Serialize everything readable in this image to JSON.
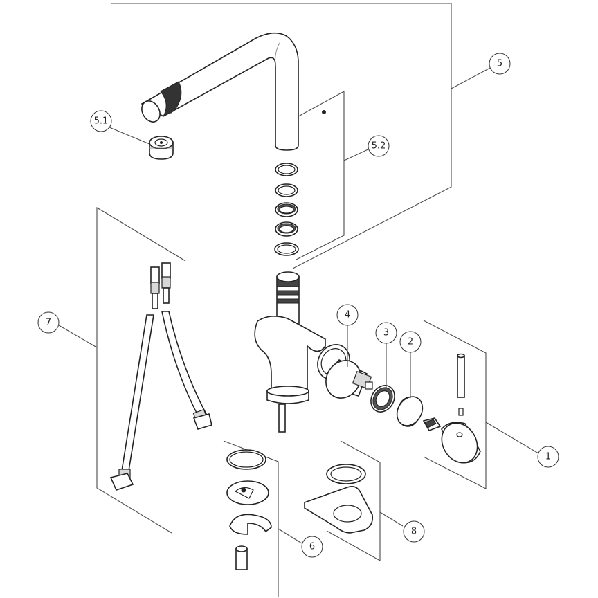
{
  "callouts": [
    {
      "id": "1",
      "label": "1"
    },
    {
      "id": "2",
      "label": "2"
    },
    {
      "id": "3",
      "label": "3"
    },
    {
      "id": "4",
      "label": "4"
    },
    {
      "id": "5",
      "label": "5"
    },
    {
      "id": "5.1",
      "label": "5.1"
    },
    {
      "id": "5.2",
      "label": "5.2"
    },
    {
      "id": "6",
      "label": "6"
    },
    {
      "id": "7",
      "label": "7"
    },
    {
      "id": "8",
      "label": "8"
    }
  ]
}
